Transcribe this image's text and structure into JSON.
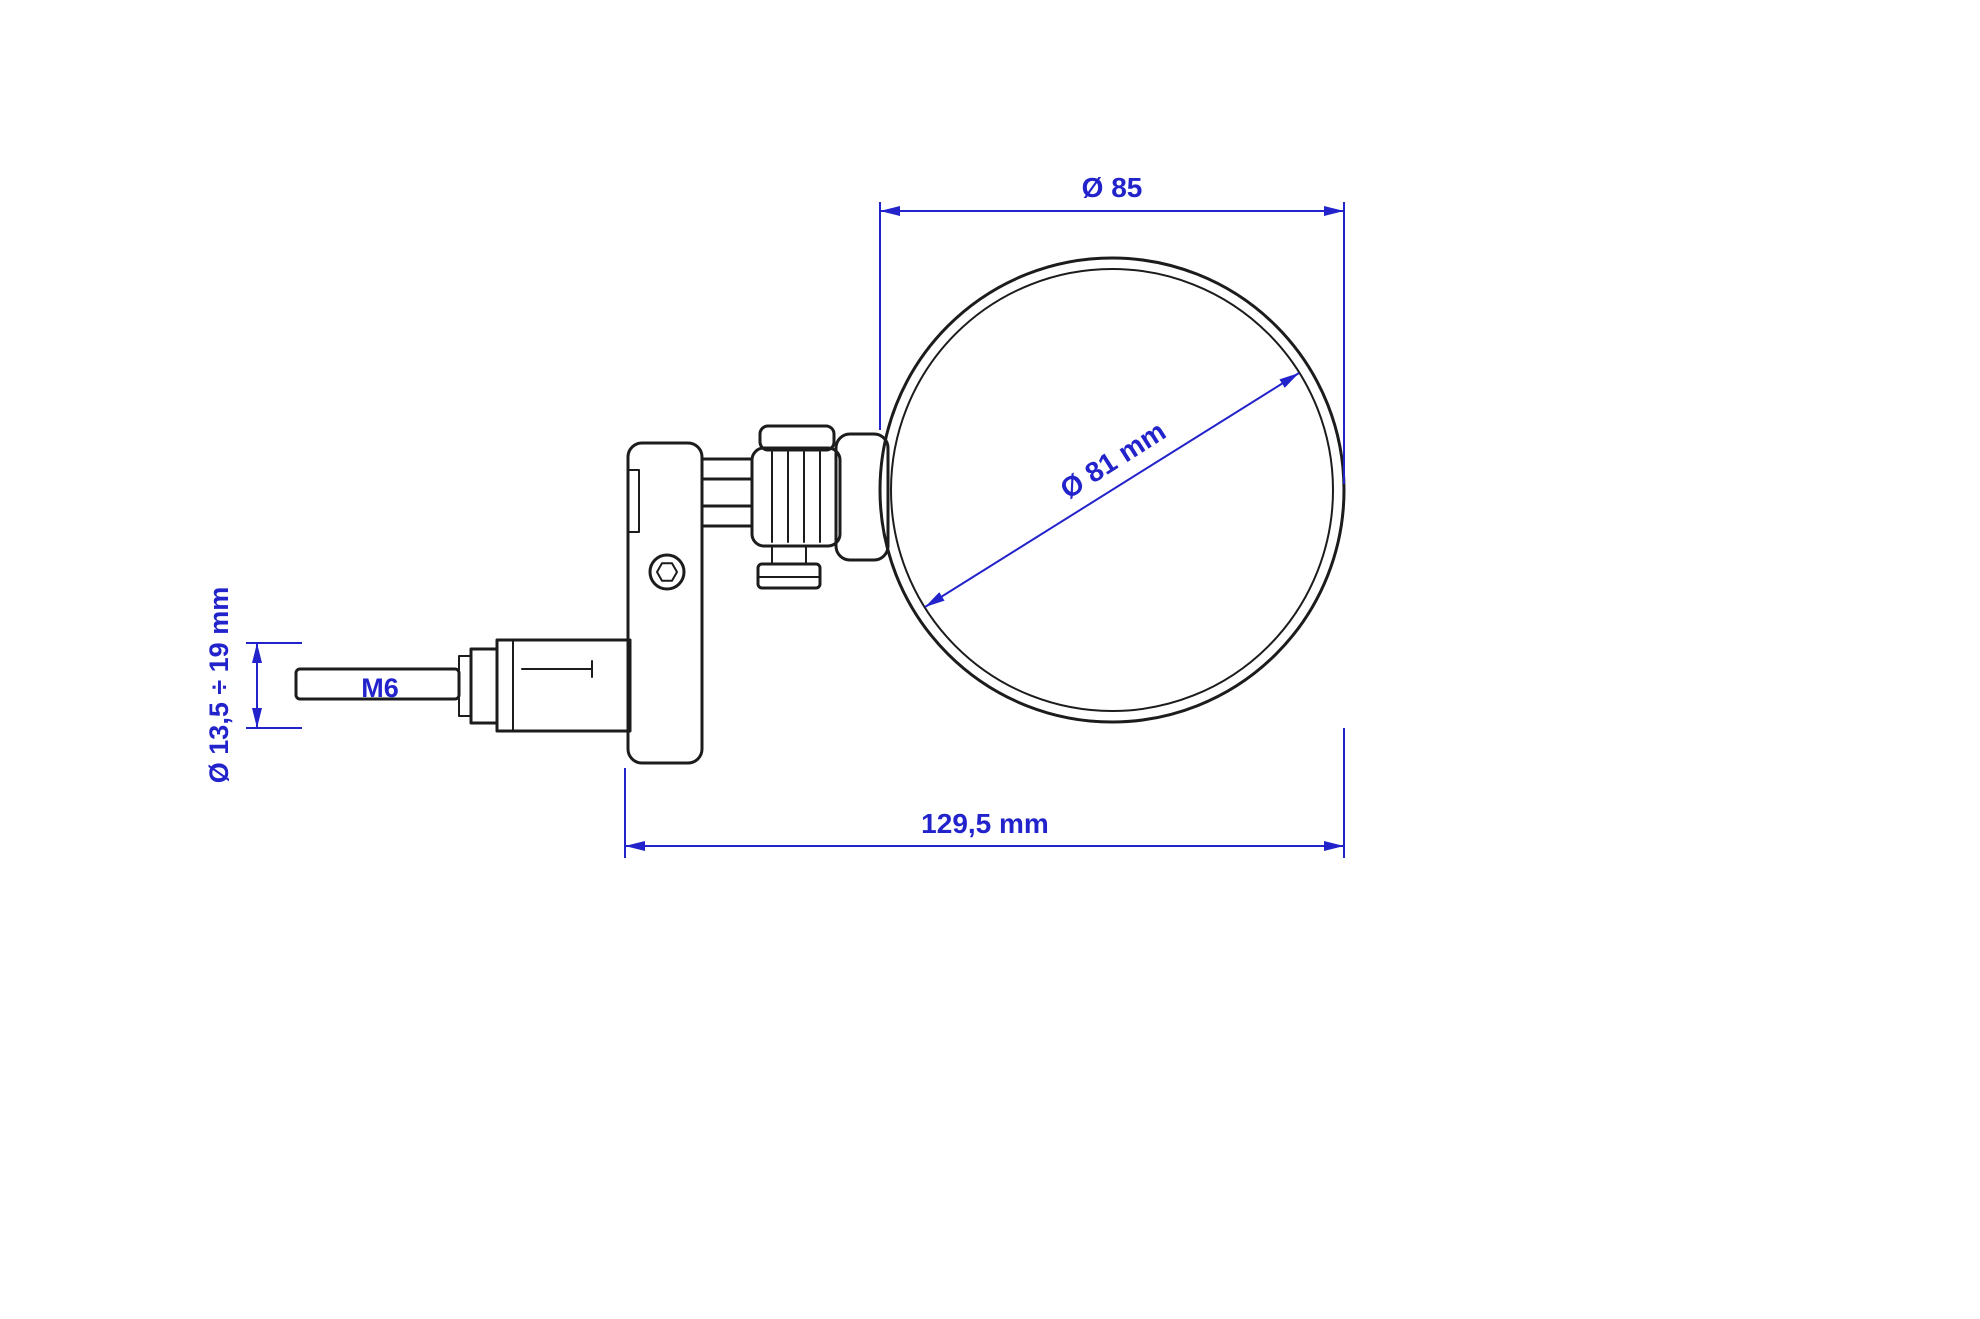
{
  "dimensions": {
    "head_diameter": "Ø 85",
    "glass_diameter": "Ø 81 mm",
    "overall_length": "129,5 mm",
    "thread": "M6",
    "clamp_range": "Ø 13,5 ÷ 19 mm"
  },
  "colors": {
    "line": "#1c1c1c",
    "dim": "#2323cc",
    "bg": "#ffffff"
  }
}
